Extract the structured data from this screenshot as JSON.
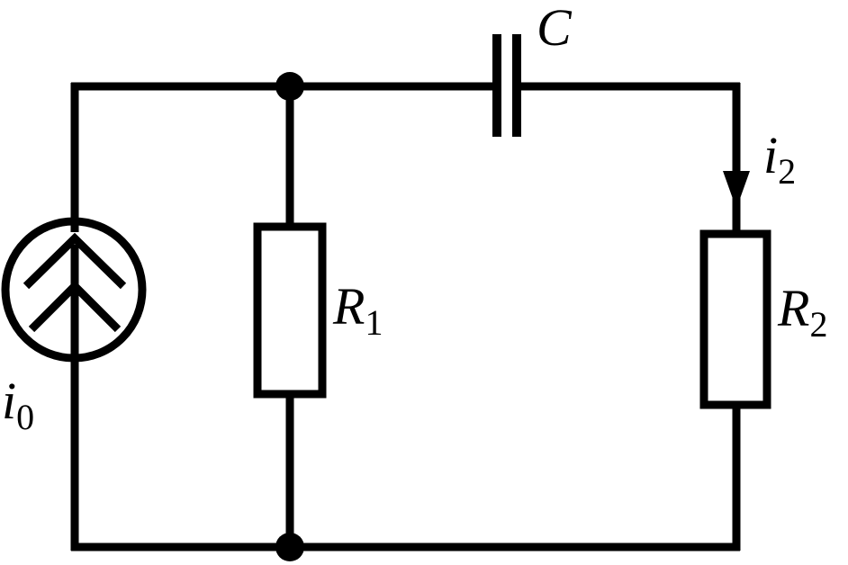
{
  "diagram": {
    "labels": {
      "capacitor": "C",
      "current_out_symbol": "i",
      "current_out_sub": "2",
      "resistor1_symbol": "R",
      "resistor1_sub": "1",
      "resistor2_symbol": "R",
      "resistor2_sub": "2",
      "source_symbol": "i",
      "source_sub": "0"
    },
    "components": [
      {
        "id": "i0",
        "type": "current-source"
      },
      {
        "id": "R1",
        "type": "resistor"
      },
      {
        "id": "C",
        "type": "capacitor"
      },
      {
        "id": "R2",
        "type": "resistor"
      }
    ],
    "colors": {
      "line": "#000000",
      "background": "#ffffff"
    }
  }
}
